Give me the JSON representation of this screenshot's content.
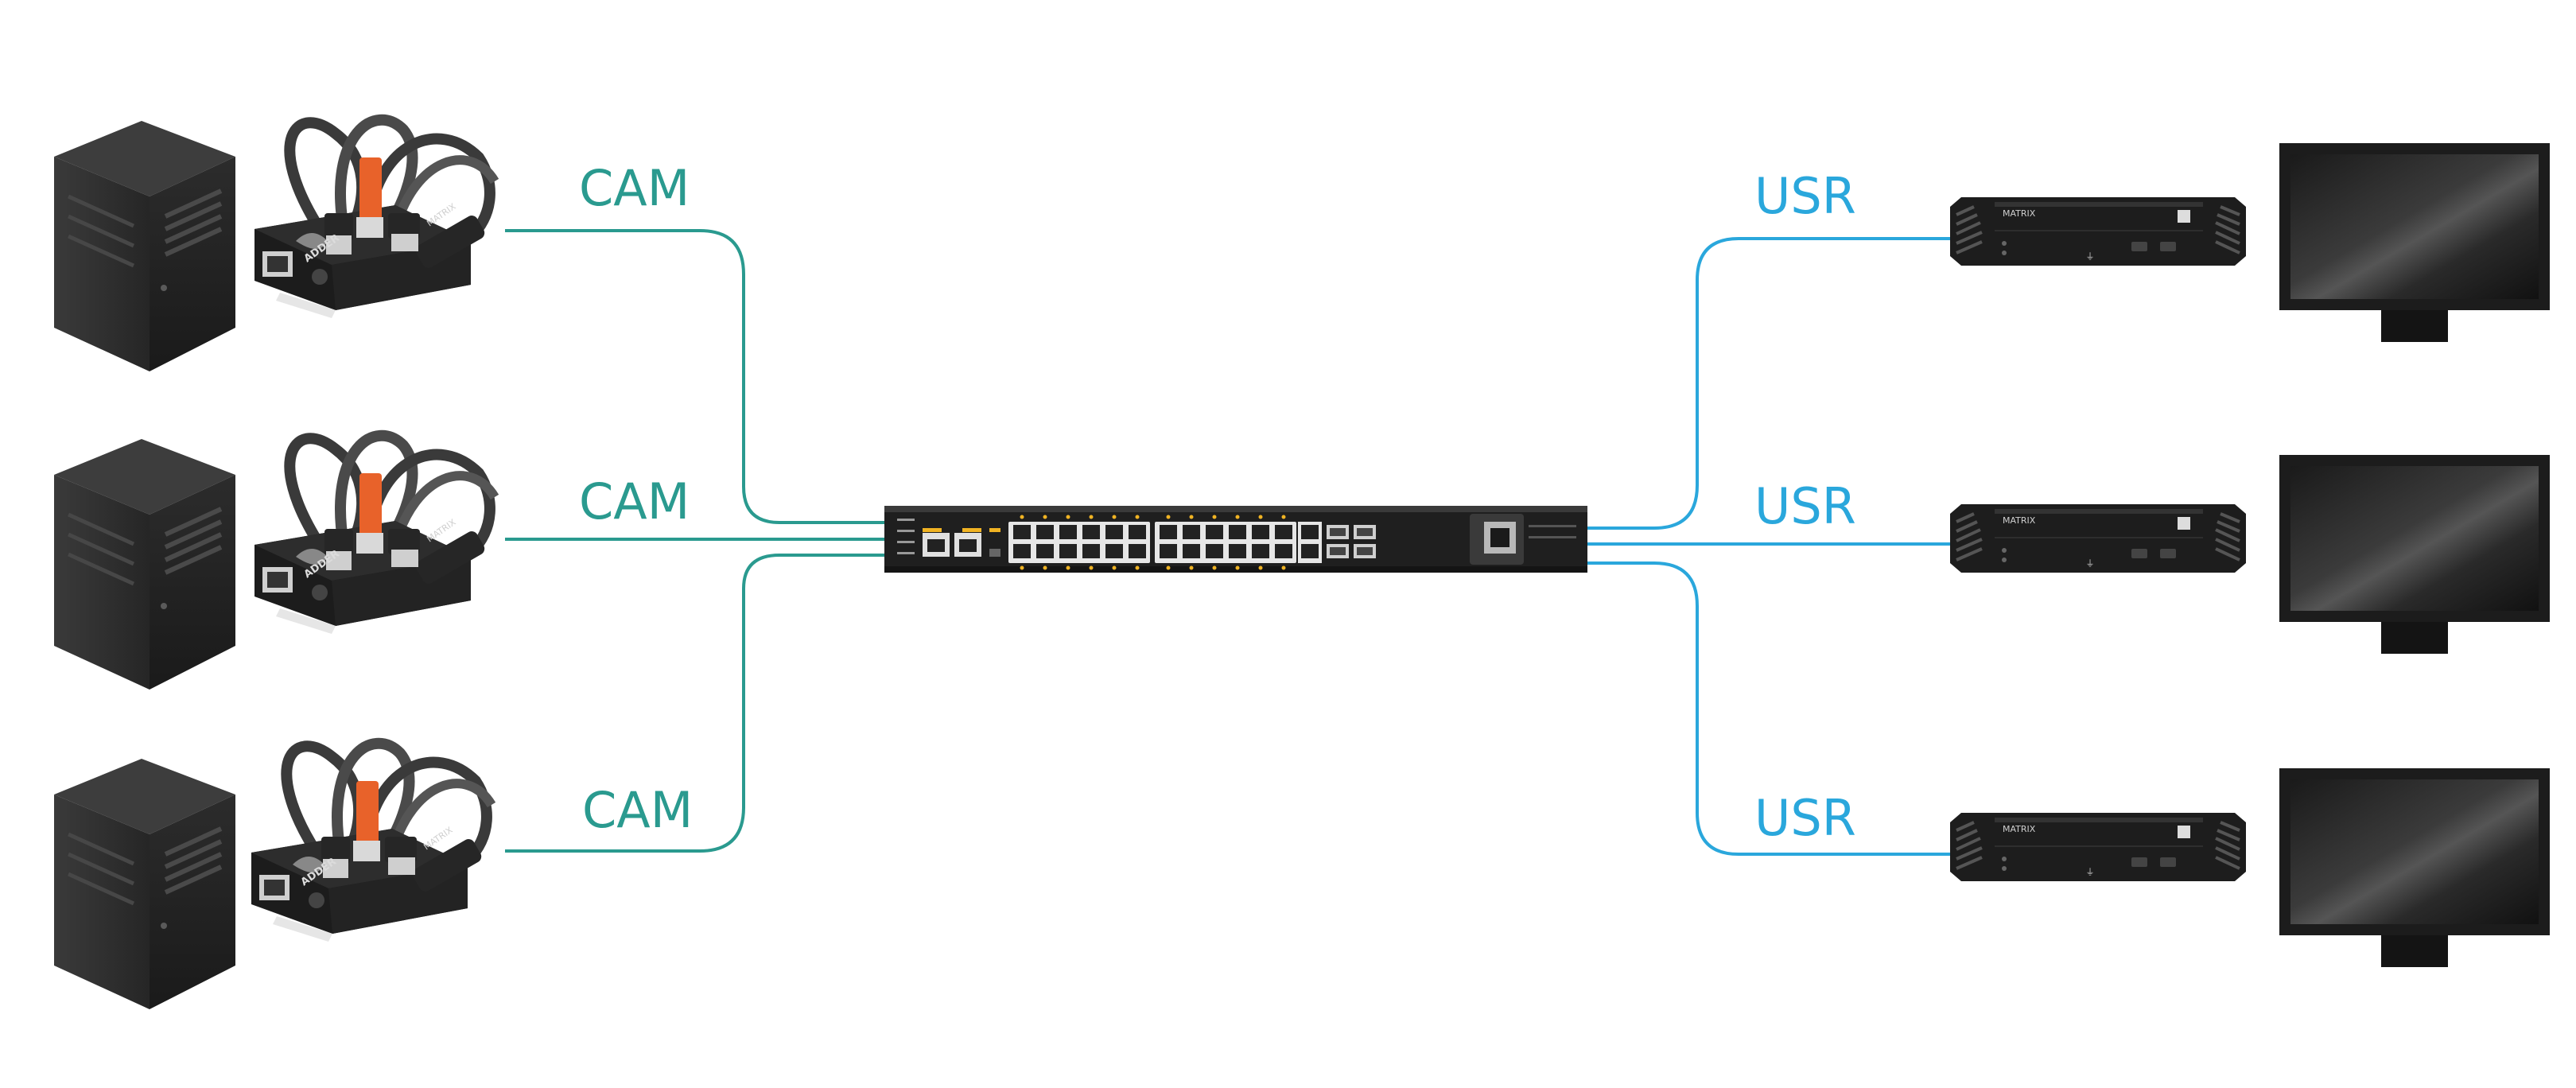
{
  "colors": {
    "cam_line": "#2a9a8f",
    "usr_line": "#2aa7dc",
    "device_dark": "#1e1e1e",
    "usb_orange": "#e8622a",
    "switch_port_yellow": "#f0b323"
  },
  "cam_labels": [
    "CAM",
    "CAM",
    "CAM"
  ],
  "usr_labels": [
    "USR",
    "USR",
    "USR"
  ],
  "cam_transmitter_text": {
    "brand": "ADDER",
    "model": "MATRIX"
  },
  "usr_receiver_text": {
    "model": "MATRIX"
  },
  "icons": {
    "computer": "tower-pc-icon",
    "transmitter": "usb-transmitter-dongle-icon",
    "switch": "network-switch-icon",
    "receiver": "receiver-box-icon",
    "monitor": "monitor-icon"
  }
}
